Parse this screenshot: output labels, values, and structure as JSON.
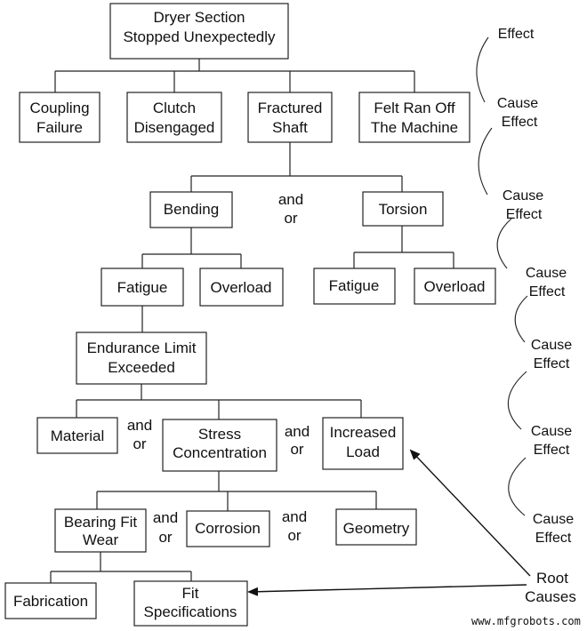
{
  "nodes": {
    "dryer": [
      "Dryer Section",
      "Stopped Unexpectedly"
    ],
    "coupling": [
      "Coupling",
      "Failure"
    ],
    "clutch": [
      "Clutch",
      "Disengaged"
    ],
    "shaft": [
      "Fractured",
      "Shaft"
    ],
    "felt": [
      "Felt Ran Off",
      "The Machine"
    ],
    "bending": [
      "Bending"
    ],
    "torsion": [
      "Torsion"
    ],
    "fatigue_l": [
      "Fatigue"
    ],
    "overload_l": [
      "Overload"
    ],
    "fatigue_r": [
      "Fatigue"
    ],
    "overload_r": [
      "Overload"
    ],
    "endurance": [
      "Endurance Limit",
      "Exceeded"
    ],
    "material": [
      "Material"
    ],
    "stress": [
      "Stress",
      "Concentration"
    ],
    "load": [
      "Increased",
      "Load"
    ],
    "bearing": [
      "Bearing Fit",
      "Wear"
    ],
    "corrosion": [
      "Corrosion"
    ],
    "geometry": [
      "Geometry"
    ],
    "fabrication": [
      "Fabrication"
    ],
    "fitspec": [
      "Fit",
      "Specifications"
    ]
  },
  "connectors": {
    "bending_torsion": [
      "and",
      "or"
    ],
    "material_stress": [
      "and",
      "or"
    ],
    "stress_load": [
      "and",
      "or"
    ],
    "bearing_corrosion": [
      "and",
      "or"
    ],
    "corrosion_geometry": [
      "and",
      "or"
    ]
  },
  "cause_effect": {
    "level1": [
      "Effect"
    ],
    "level2": [
      "Cause",
      "Effect"
    ],
    "level3": [
      "Cause",
      "Effect"
    ],
    "level4": [
      "Cause",
      "Effect"
    ],
    "level5": [
      "Cause",
      "Effect"
    ],
    "level6": [
      "Cause",
      "Effect"
    ],
    "level7": [
      "Cause",
      "Effect"
    ]
  },
  "root_causes": [
    "Root",
    "Causes"
  ],
  "watermark": "www.mfgrobots.com"
}
